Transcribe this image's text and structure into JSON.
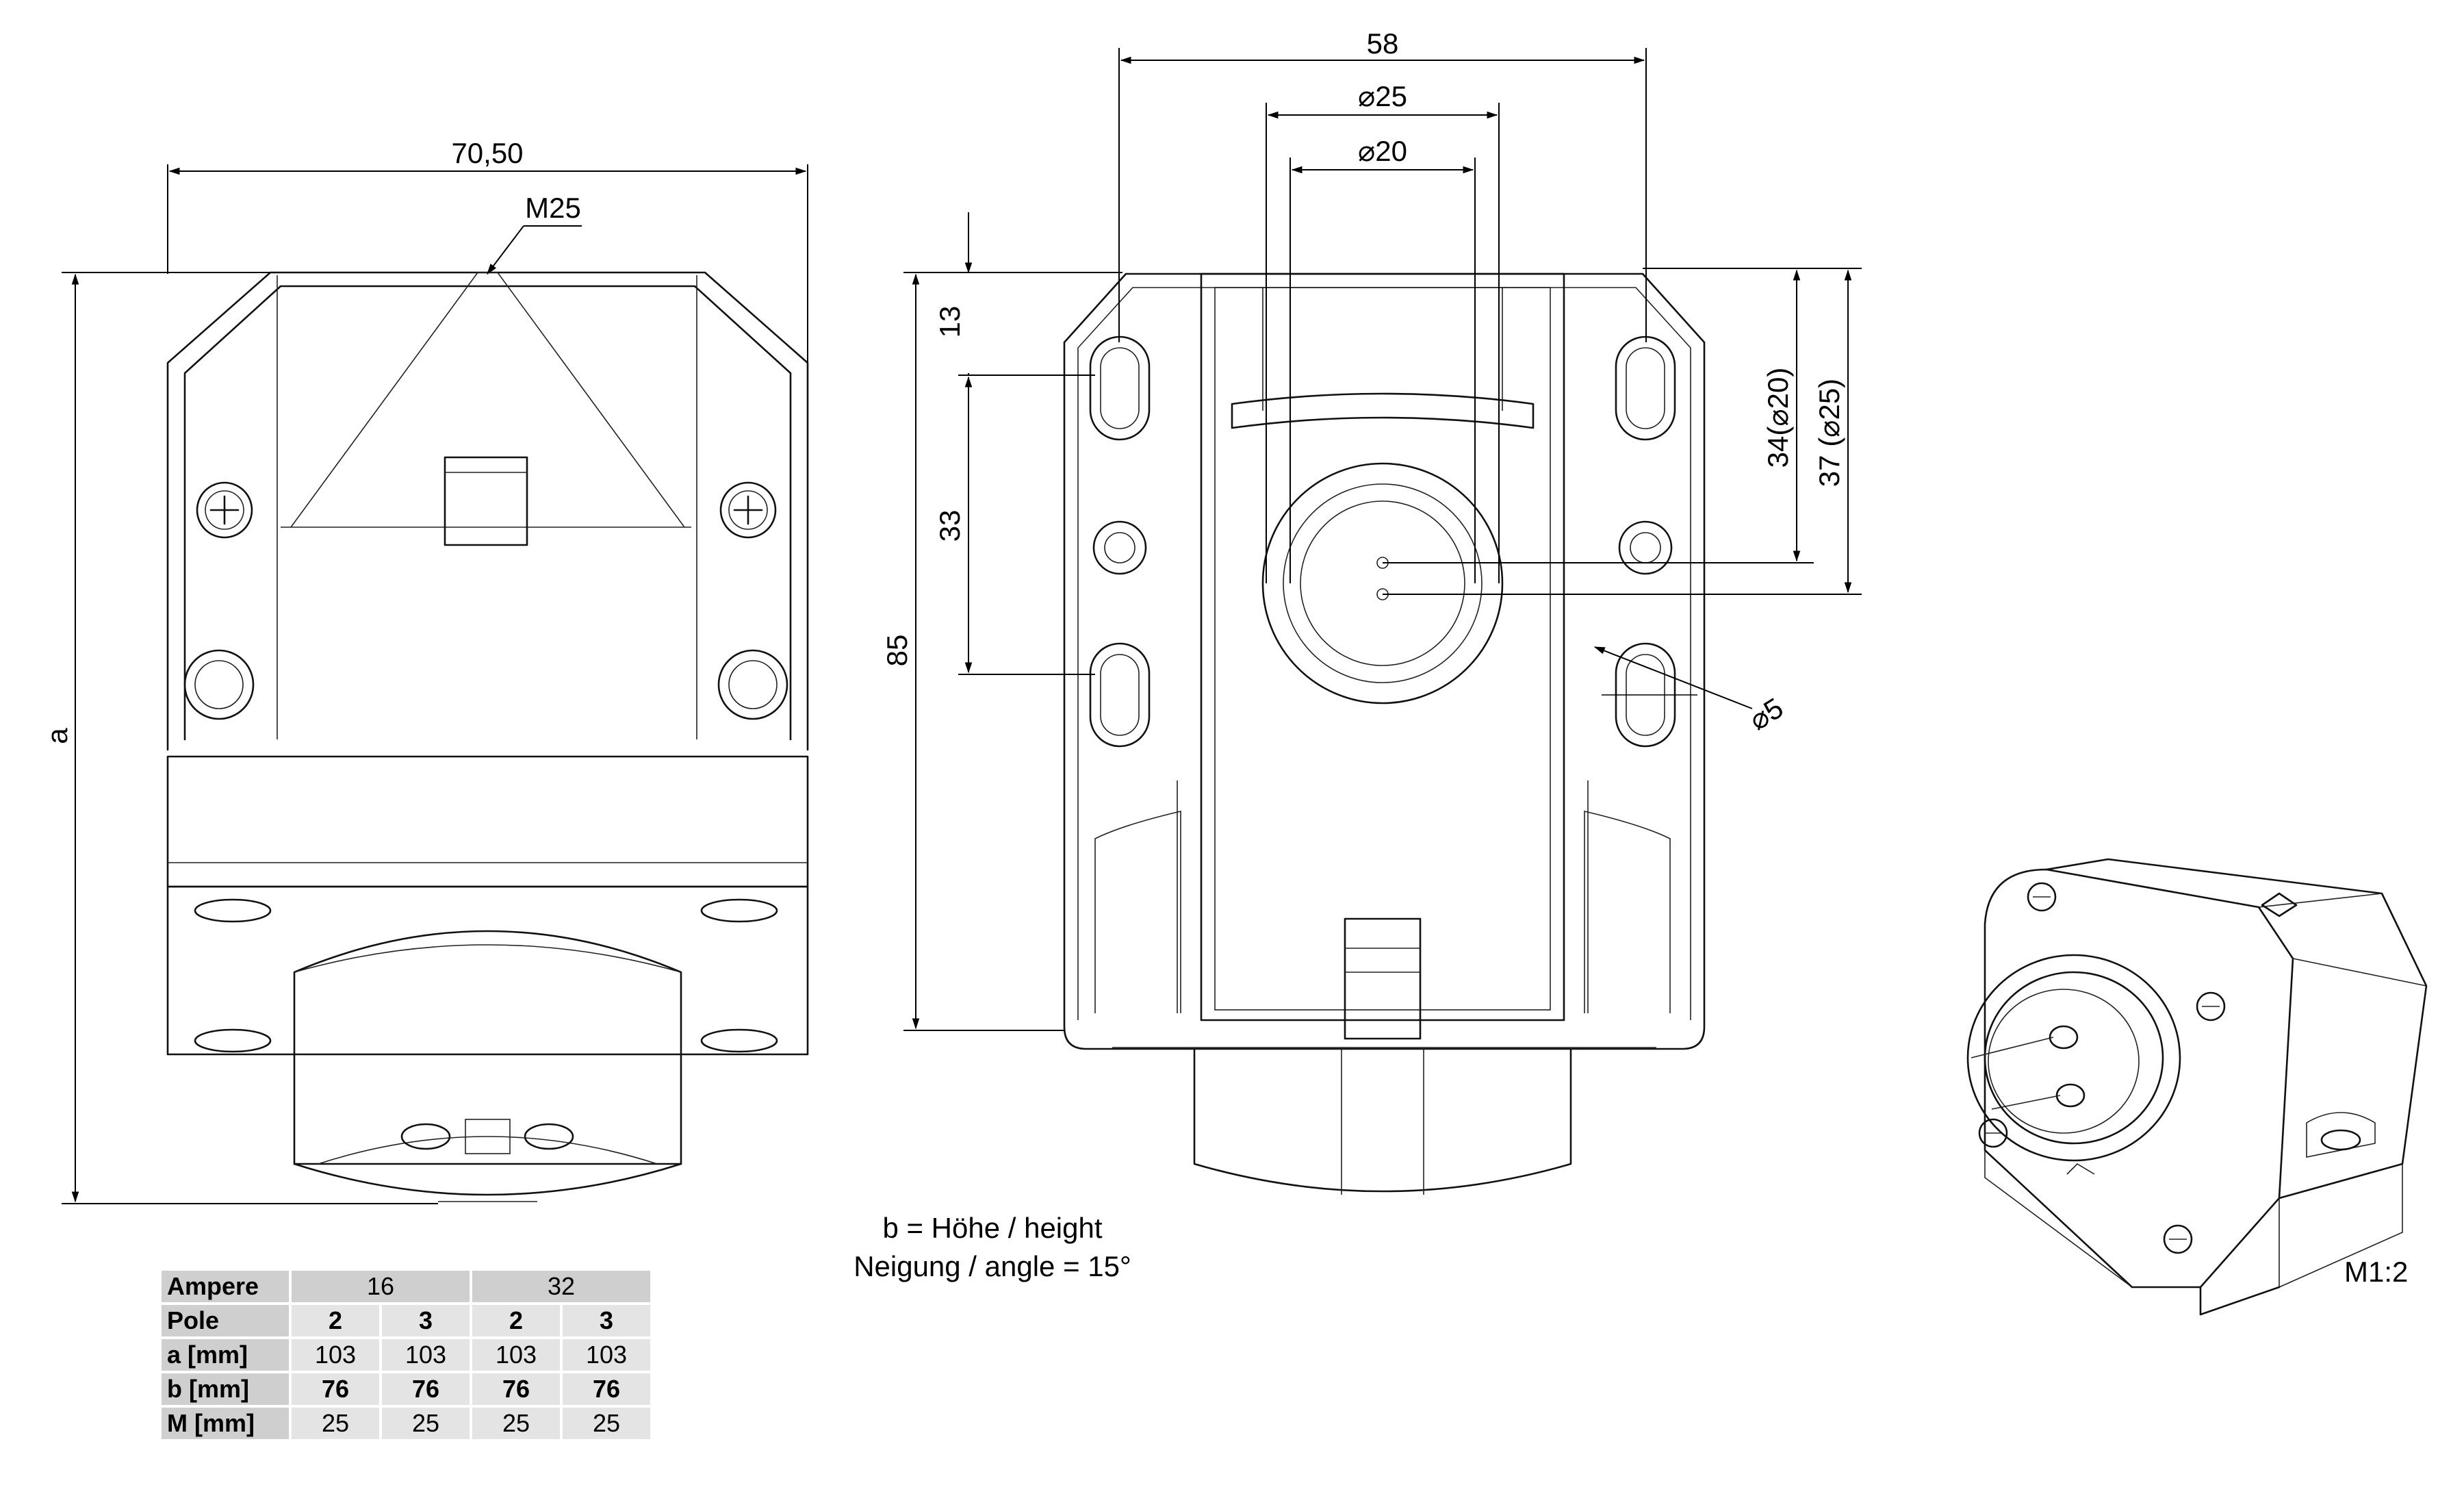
{
  "labels": {
    "width_overall": "70,50",
    "thread": "M25",
    "height_a": "a",
    "width_58": "58",
    "dia_25": "⌀25",
    "dia_20": "⌀20",
    "dim_13": "13",
    "dim_33": "33",
    "dim_85": "85",
    "dim_34": "34(⌀20)",
    "dim_37": "37 (⌀25)",
    "dia_5": "⌀5"
  },
  "notes": {
    "height": "b = Höhe / height",
    "angle": "Neigung / angle = 15°"
  },
  "scale": "M1:2",
  "table": {
    "rows": [
      {
        "head": "Ampere",
        "cells": [
          "16",
          "32"
        ],
        "group": true
      },
      {
        "head": "Pole",
        "cells": [
          "2",
          "3",
          "2",
          "3"
        ],
        "bold": true
      },
      {
        "head": "a [mm]",
        "cells": [
          "103",
          "103",
          "103",
          "103"
        ]
      },
      {
        "head": "b [mm]",
        "cells": [
          "76",
          "76",
          "76",
          "76"
        ],
        "bold": true
      },
      {
        "head": "M [mm]",
        "cells": [
          "25",
          "25",
          "25",
          "25"
        ]
      }
    ]
  }
}
